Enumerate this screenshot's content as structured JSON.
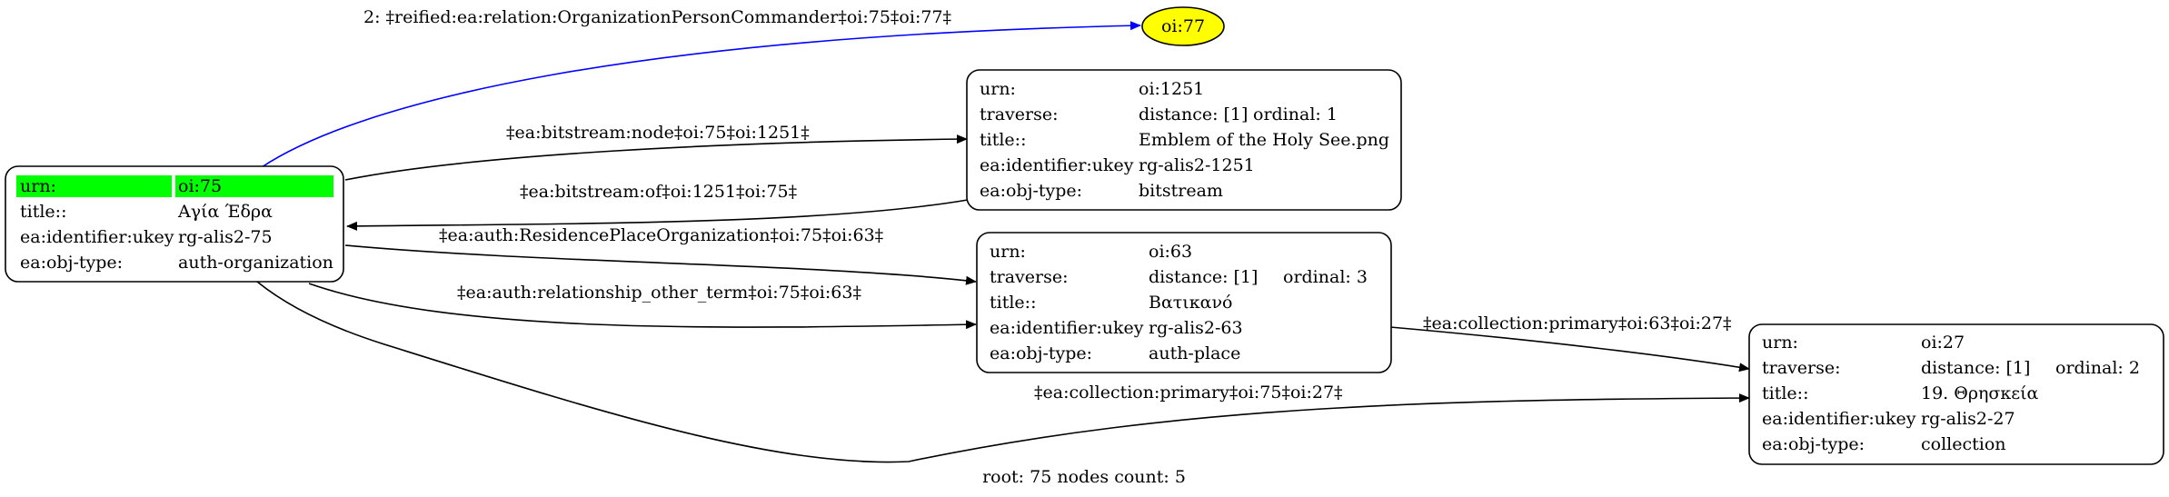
{
  "graph": {
    "footer": "root: 75 nodes count: 5",
    "nodes": {
      "n75": {
        "rows": [
          {
            "k": "urn:",
            "v": "oi:75"
          },
          {
            "k": "title::",
            "v": "Αγία Έδρα"
          },
          {
            "k": "ea:identifier:ukey",
            "v": "rg-alis2-75"
          },
          {
            "k": "ea:obj-type:",
            "v": "auth-organization"
          }
        ],
        "highlight_color": "#00ff00"
      },
      "n77": {
        "label": "oi:77",
        "fill": "#ffff00"
      },
      "n1251": {
        "rows": [
          {
            "k": "urn:",
            "v": "oi:1251"
          },
          {
            "k": "traverse:",
            "v": "distance: [1]",
            "v2": "ordinal: 1"
          },
          {
            "k": "title::",
            "v": "Emblem of the Holy See.png"
          },
          {
            "k": "ea:identifier:ukey",
            "v": "rg-alis2-1251"
          },
          {
            "k": "ea:obj-type:",
            "v": "bitstream"
          }
        ]
      },
      "n63": {
        "rows": [
          {
            "k": "urn:",
            "v": "oi:63"
          },
          {
            "k": "traverse:",
            "v": "distance: [1]",
            "v2": "ordinal: 3"
          },
          {
            "k": "title::",
            "v": "Βατικανό"
          },
          {
            "k": "ea:identifier:ukey",
            "v": "rg-alis2-63"
          },
          {
            "k": "ea:obj-type:",
            "v": "auth-place"
          }
        ]
      },
      "n27": {
        "rows": [
          {
            "k": "urn:",
            "v": "oi:27"
          },
          {
            "k": "traverse:",
            "v": "distance: [1]",
            "v2": "ordinal: 2"
          },
          {
            "k": "title::",
            "v": "19. Θρησκεία"
          },
          {
            "k": "ea:identifier:ukey",
            "v": "rg-alis2-27"
          },
          {
            "k": "ea:obj-type:",
            "v": "collection"
          }
        ]
      }
    },
    "edges": {
      "e_75_77": {
        "label": "2: ‡reified:ea:relation:OrganizationPersonCommander‡oi:75‡oi:77‡",
        "color": "#0000ff"
      },
      "e_75_1251": {
        "label": "‡ea:bitstream:node‡oi:75‡oi:1251‡"
      },
      "e_1251_75": {
        "label": "‡ea:bitstream:of‡oi:1251‡oi:75‡"
      },
      "e_75_63_res": {
        "label": "‡ea:auth:ResidencePlaceOrganization‡oi:75‡oi:63‡"
      },
      "e_75_63_rel": {
        "label": "‡ea:auth:relationship_other_term‡oi:75‡oi:63‡"
      },
      "e_63_27": {
        "label": "‡ea:collection:primary‡oi:63‡oi:27‡"
      },
      "e_75_27": {
        "label": "‡ea:collection:primary‡oi:75‡oi:27‡"
      }
    }
  }
}
